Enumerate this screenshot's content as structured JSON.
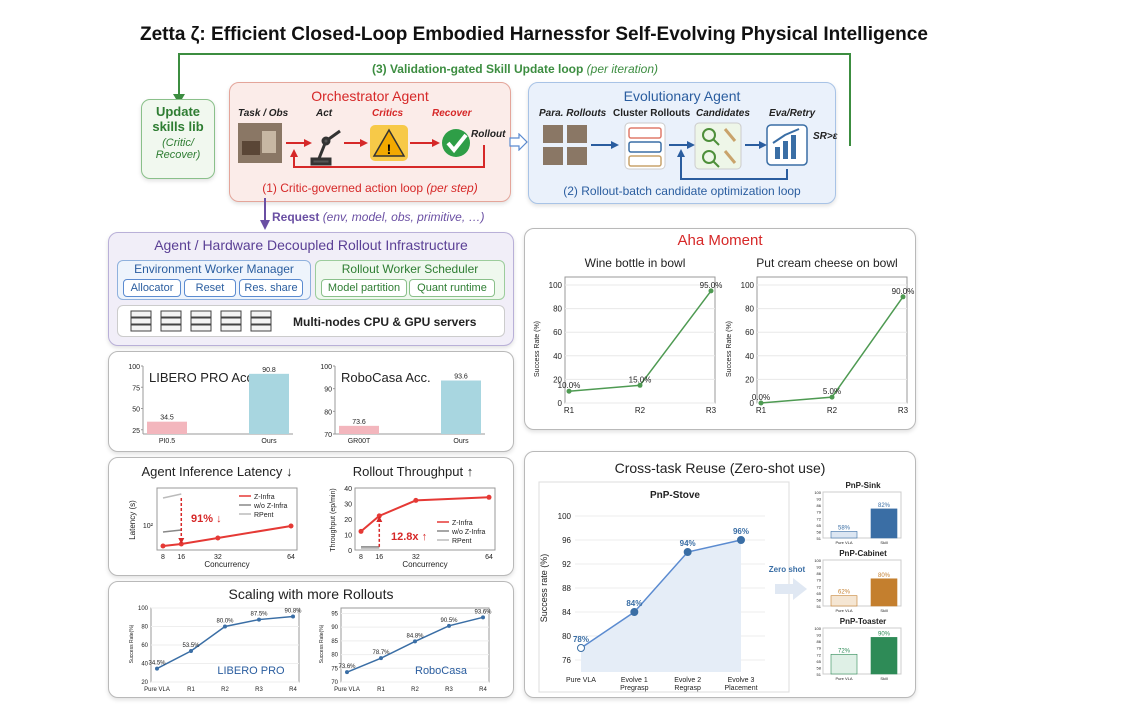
{
  "title": "Zetta ζ: Efficient Closed-Loop Embodied Harnessfor Self-Evolving Physical Intelligence",
  "loop3": {
    "label": "(3) Validation-gated Skill Update loop",
    "suffix": "(per iteration)"
  },
  "update": {
    "l1": "Update",
    "l2": "skills lib",
    "l3": "(Critic/",
    "l4": "Recover)"
  },
  "orchestrator": {
    "title": "Orchestrator Agent",
    "task": "Task / Obs",
    "act": "Act",
    "critics": "Critics",
    "recover": "Recover",
    "rollout": "Rollout",
    "loop1": "(1) Critic-governed action loop",
    "loop1_suffix": "(per step)"
  },
  "evolutionary": {
    "title": "Evolutionary Agent",
    "para": "Para. Rollouts",
    "cluster": "Cluster Rollouts",
    "candidates": "Candidates",
    "eva": "Eva/Retry",
    "sr": "SR>ε",
    "loop2": "(2) Rollout-batch candidate optimization loop"
  },
  "request": {
    "label": "Request",
    "args": "(env, model, obs, primitive, …)"
  },
  "infra": {
    "title": "Agent / Hardware Decoupled  Rollout Infrastructure",
    "env_title": "Environment Worker Manager",
    "env_btns": [
      "Allocator",
      "Reset",
      "Res. share"
    ],
    "sched_title": "Rollout Worker Scheduler",
    "sched_btns": [
      "Model partition",
      "Quant runtime"
    ],
    "servers": "Multi-nodes CPU & GPU servers"
  },
  "acc": {
    "libero": {
      "title": "LIBERO PRO Acc.",
      "ticks": [
        "100",
        "75",
        "50",
        "25"
      ],
      "cats": [
        "PI0.5",
        "Ours"
      ],
      "values": [
        34.5,
        90.8
      ],
      "labels": [
        "34.5",
        "90.8"
      ]
    },
    "robocasa": {
      "title": "RoboCasa Acc.",
      "ticks": [
        "100",
        "90",
        "80",
        "70"
      ],
      "cats": [
        "GR00T",
        "Ours"
      ],
      "values": [
        73.6,
        93.6
      ],
      "labels": [
        "73.6",
        "93.6"
      ]
    }
  },
  "latency": {
    "title": "Agent Inference Latency ↓",
    "ylabel": "Latency (s)",
    "xlabel": "Concurrency",
    "ytick": "10²",
    "xticks": [
      "8",
      "16",
      "32",
      "64"
    ],
    "legend": [
      "Z-Infra",
      "w/o Z-Infra",
      "RPent"
    ],
    "annot": "91% ↓"
  },
  "throughput": {
    "title": "Rollout Throughput ↑",
    "ylabel": "Throughput (ep/min)",
    "xlabel": "Concurrency",
    "yticks": [
      "40",
      "30",
      "20",
      "10",
      "0"
    ],
    "xticks": [
      "8",
      "16",
      "32",
      "64"
    ],
    "legend": [
      "Z-Infra",
      "w/o Z-Infra",
      "RPent"
    ],
    "annot": "12.8x ↑"
  },
  "scaling": {
    "title": "Scaling with more Rollouts",
    "libero": {
      "name": "LIBERO PRO",
      "ylabel": "Success Rate(%)",
      "yticks": [
        "100",
        "80",
        "60",
        "40",
        "20"
      ],
      "x": [
        "Pure VLA",
        "R1",
        "R2",
        "R3",
        "R4"
      ],
      "values": [
        34.5,
        53.5,
        80.0,
        87.5,
        90.8
      ],
      "labels": [
        "34.5%",
        "53.5%",
        "80.0%",
        "87.5%",
        "90.8%"
      ]
    },
    "robocasa": {
      "name": "RoboCasa",
      "ylabel": "Success Rate(%)",
      "yticks": [
        "95",
        "90",
        "85",
        "80",
        "75",
        "70"
      ],
      "x": [
        "Pure VLA",
        "R1",
        "R2",
        "R3",
        "R4"
      ],
      "values": [
        73.6,
        78.7,
        84.8,
        90.5,
        93.6
      ],
      "labels": [
        "73.6%",
        "78.7%",
        "84.8%",
        "90.5%",
        "93.6%"
      ]
    }
  },
  "aha": {
    "title": "Aha Moment",
    "wine": {
      "title": "Wine bottle in bowl",
      "ylabel": "Success Rate (%)",
      "yticks": [
        "100",
        "80",
        "60",
        "40",
        "20",
        "0"
      ],
      "x": [
        "R1",
        "R2",
        "R3"
      ],
      "values": [
        10.0,
        15.0,
        95.0
      ],
      "labels": [
        "10.0%",
        "15.0%",
        "95.0%"
      ]
    },
    "cream": {
      "title": "Put cream cheese on bowl",
      "ylabel": "Success Rate (%)",
      "yticks": [
        "100",
        "80",
        "60",
        "40",
        "20",
        "0"
      ],
      "x": [
        "R1",
        "R2",
        "R3"
      ],
      "values": [
        0.0,
        5.0,
        90.0
      ],
      "labels": [
        "0.0%",
        "5.0%",
        "90.0%"
      ]
    }
  },
  "crosstask": {
    "title": "Cross-task Reuse (Zero-shot use)",
    "stove": {
      "title": "PnP-Stove",
      "ylabel": "Success rate (%)",
      "yticks": [
        "100",
        "96",
        "92",
        "88",
        "84",
        "80",
        "76"
      ],
      "x": [
        [
          "Pure VLA",
          ""
        ],
        [
          "Evolve 1",
          "Pregrasp"
        ],
        [
          "Evolve 2",
          "Regrasp"
        ],
        [
          "Evolve 3",
          "Placement"
        ]
      ],
      "values": [
        78,
        84,
        94,
        96
      ],
      "labels": [
        "78%",
        "84%",
        "94%",
        "96%"
      ]
    },
    "zeroshot": "Zero shot",
    "mini": [
      {
        "title": "PnP-Sink",
        "cats": [
          "Pure VLA",
          "Skill"
        ],
        "values": [
          58,
          82
        ],
        "labels": [
          "58%",
          "82%"
        ],
        "colors": [
          "#dce6f2",
          "#3a6ea5"
        ]
      },
      {
        "title": "PnP-Cabinet",
        "cats": [
          "Pure VLA",
          "Skill"
        ],
        "values": [
          62,
          80
        ],
        "labels": [
          "62%",
          "80%"
        ],
        "colors": [
          "#f5e6d3",
          "#c47f2e"
        ]
      },
      {
        "title": "PnP-Toaster",
        "cats": [
          "Pure VLA",
          "Skill"
        ],
        "values": [
          72,
          90
        ],
        "labels": [
          "72%",
          "90%"
        ],
        "colors": [
          "#dff0e6",
          "#2e8b57"
        ]
      }
    ],
    "mini_ticks": [
      "100",
      "93",
      "86",
      "79",
      "72",
      "65",
      "58",
      "51"
    ]
  },
  "colors": {
    "orange": "#e5393a",
    "green": "#2e7d32",
    "blue": "#2a5d9f",
    "purple": "#6a4fa3"
  }
}
